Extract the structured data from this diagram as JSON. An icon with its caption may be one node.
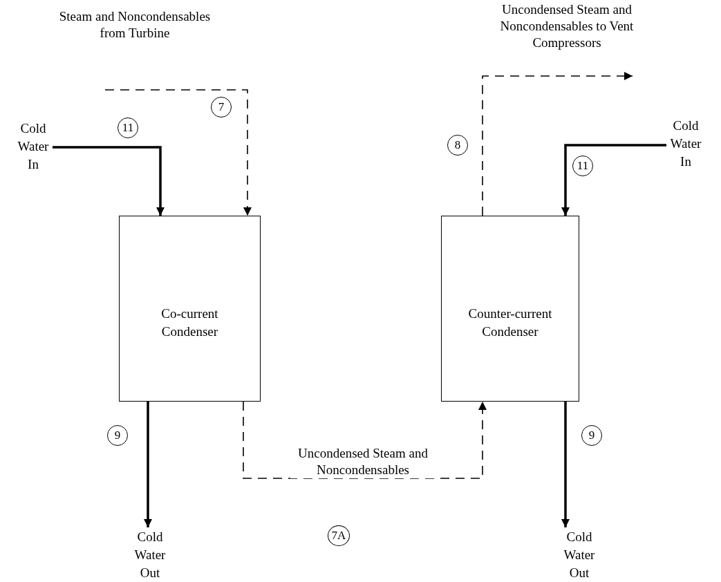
{
  "diagram": {
    "nodes": [
      {
        "text": [
          "Cold Water In"
        ]
      },
      {
        "text": [
          "Co-current Condenser"
        ]
      },
      {
        "text": [
          "Cold Water Out"
        ]
      },
      {
        "text": [
          "Counter-current Condenser"
        ]
      },
      {
        "text": [
          "Cold Water In"
        ]
      },
      {
        "text": [
          "Cold Water Out"
        ]
      }
    ],
    "edges": [
      {
        "from": null,
        "to": 1,
        "arrow": "to",
        "style": "dashed"
      },
      {
        "from": 0,
        "to": 1,
        "arrow": "to"
      },
      {
        "from": 1,
        "to": 2,
        "arrow": "to"
      },
      {
        "from": 1,
        "to": 3,
        "arrow": "to",
        "style": "dashed",
        "label": "Uncondensed Steam and Noncondensables"
      },
      {
        "from": 3,
        "to": null,
        "arrow": "to",
        "style": "dashed"
      },
      {
        "from": 4,
        "to": 3,
        "arrow": "to"
      },
      {
        "from": 3,
        "to": 5,
        "arrow": "to"
      }
    ],
    "labels": [
      "Steam and Noncondensables from Turbine",
      "Uncondensed Steam and Noncondensables to Vent Compressors",
      "11",
      "7",
      "8",
      "11",
      "9",
      "9",
      "7A"
    ]
  }
}
